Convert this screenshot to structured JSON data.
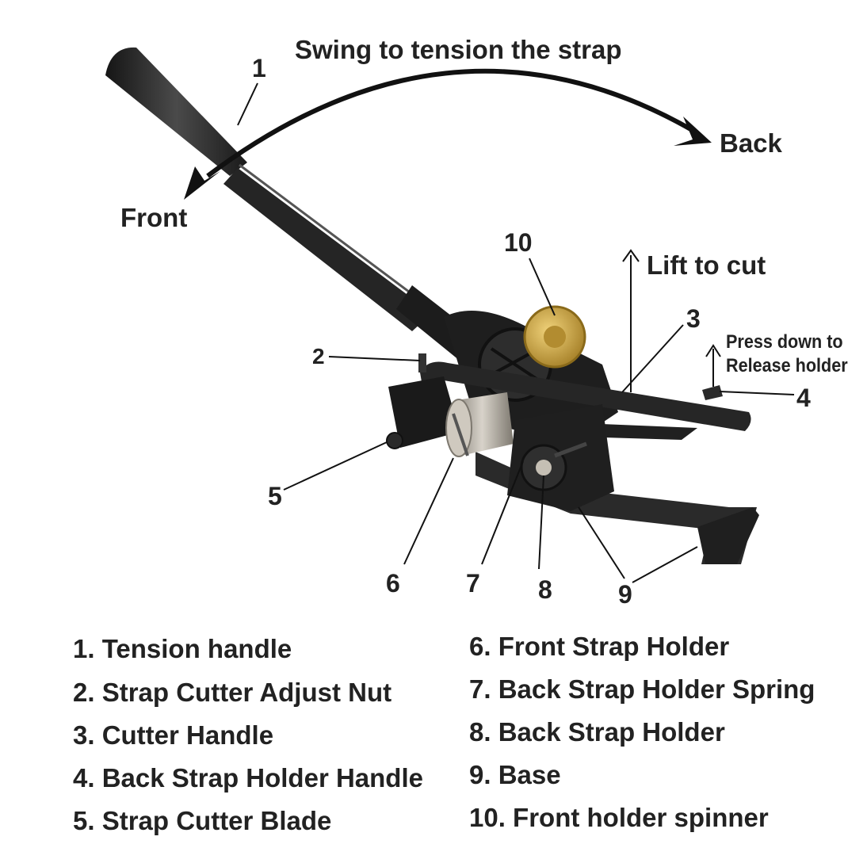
{
  "directions": {
    "swing": "Swing to tension the strap",
    "back": "Back",
    "front": "Front",
    "lift_cut": "Lift to cut",
    "press_line1": "Press down to",
    "press_line2": "Release holder"
  },
  "callouts": [
    "1",
    "2",
    "3",
    "4",
    "5",
    "6",
    "7",
    "8",
    "9",
    "10"
  ],
  "legend": [
    "1. Tension handle",
    "2. Strap Cutter Adjust Nut",
    "3. Cutter Handle",
    "4. Back Strap Holder Handle",
    "5. Strap Cutter Blade",
    "6. Front Strap Holder",
    "7. Back Strap Holder Spring",
    "8. Back Strap Holder",
    "9. Base",
    "10. Front holder spinner"
  ],
  "colors": {
    "text": "#222222",
    "tool": "#2b2b2b",
    "brass": "#c9a441",
    "steel": "#bdb7ad"
  }
}
